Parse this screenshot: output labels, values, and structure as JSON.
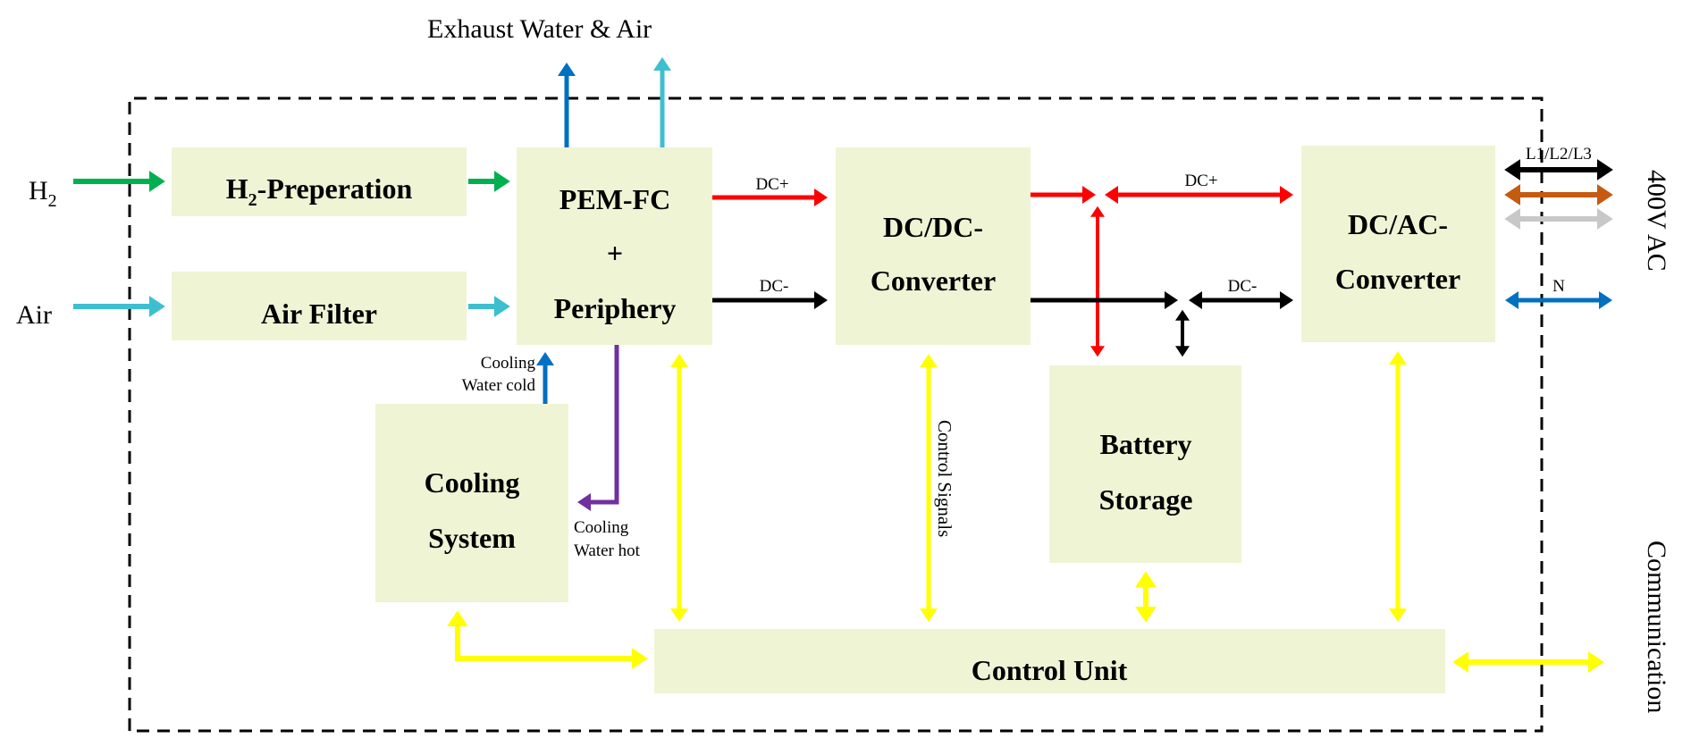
{
  "title": "PEM fuel cell system block diagram",
  "colors": {
    "box_fill": "#eff4d5",
    "hydrogen": "#00b050",
    "air": "#3dbfcf",
    "exhaust_water": "#0070c0",
    "dc_plus": "#ff0000",
    "dc_minus": "#000000",
    "control": "#ffff00",
    "cooling_hot": "#7030a0",
    "cooling_cold": "#0070c0",
    "phase_l1": "#000000",
    "phase_l2": "#c55a11",
    "phase_l3": "#c8c8c8",
    "neutral": "#0070c0"
  },
  "blocks": {
    "h2_prep": {
      "label_main": "H",
      "label_sub": "2",
      "label_rest": "-Preperation"
    },
    "air_filter": {
      "label": "Air Filter"
    },
    "pem_fc": {
      "line1": "PEM-FC",
      "line2": "+",
      "line3": "Periphery"
    },
    "dcdc": {
      "line1": "DC/DC-",
      "line2": "Converter"
    },
    "dcac": {
      "line1": "DC/AC-",
      "line2": "Converter"
    },
    "battery": {
      "line1": "Battery",
      "line2": "Storage"
    },
    "cooling": {
      "line1": "Cooling",
      "line2": "System"
    },
    "control_unit": {
      "label": "Control Unit"
    }
  },
  "inputs": {
    "h2": {
      "main": "H",
      "sub": "2"
    },
    "air": "Air"
  },
  "outputs": {
    "exhaust": "Exhaust Water & Air",
    "ac_label": "400V AC",
    "communication": "Communication"
  },
  "connection_labels": {
    "dc_plus_1": "DC+",
    "dc_minus_1": "DC-",
    "dc_plus_2": "DC+",
    "dc_minus_2": "DC-",
    "phases": "L1/L2/L3",
    "neutral": "N",
    "cooling_cold_1": "Cooling",
    "cooling_cold_2": "Water cold",
    "cooling_hot_1": "Cooling",
    "cooling_hot_2": "Water hot",
    "control_signals": "Control Signals"
  }
}
